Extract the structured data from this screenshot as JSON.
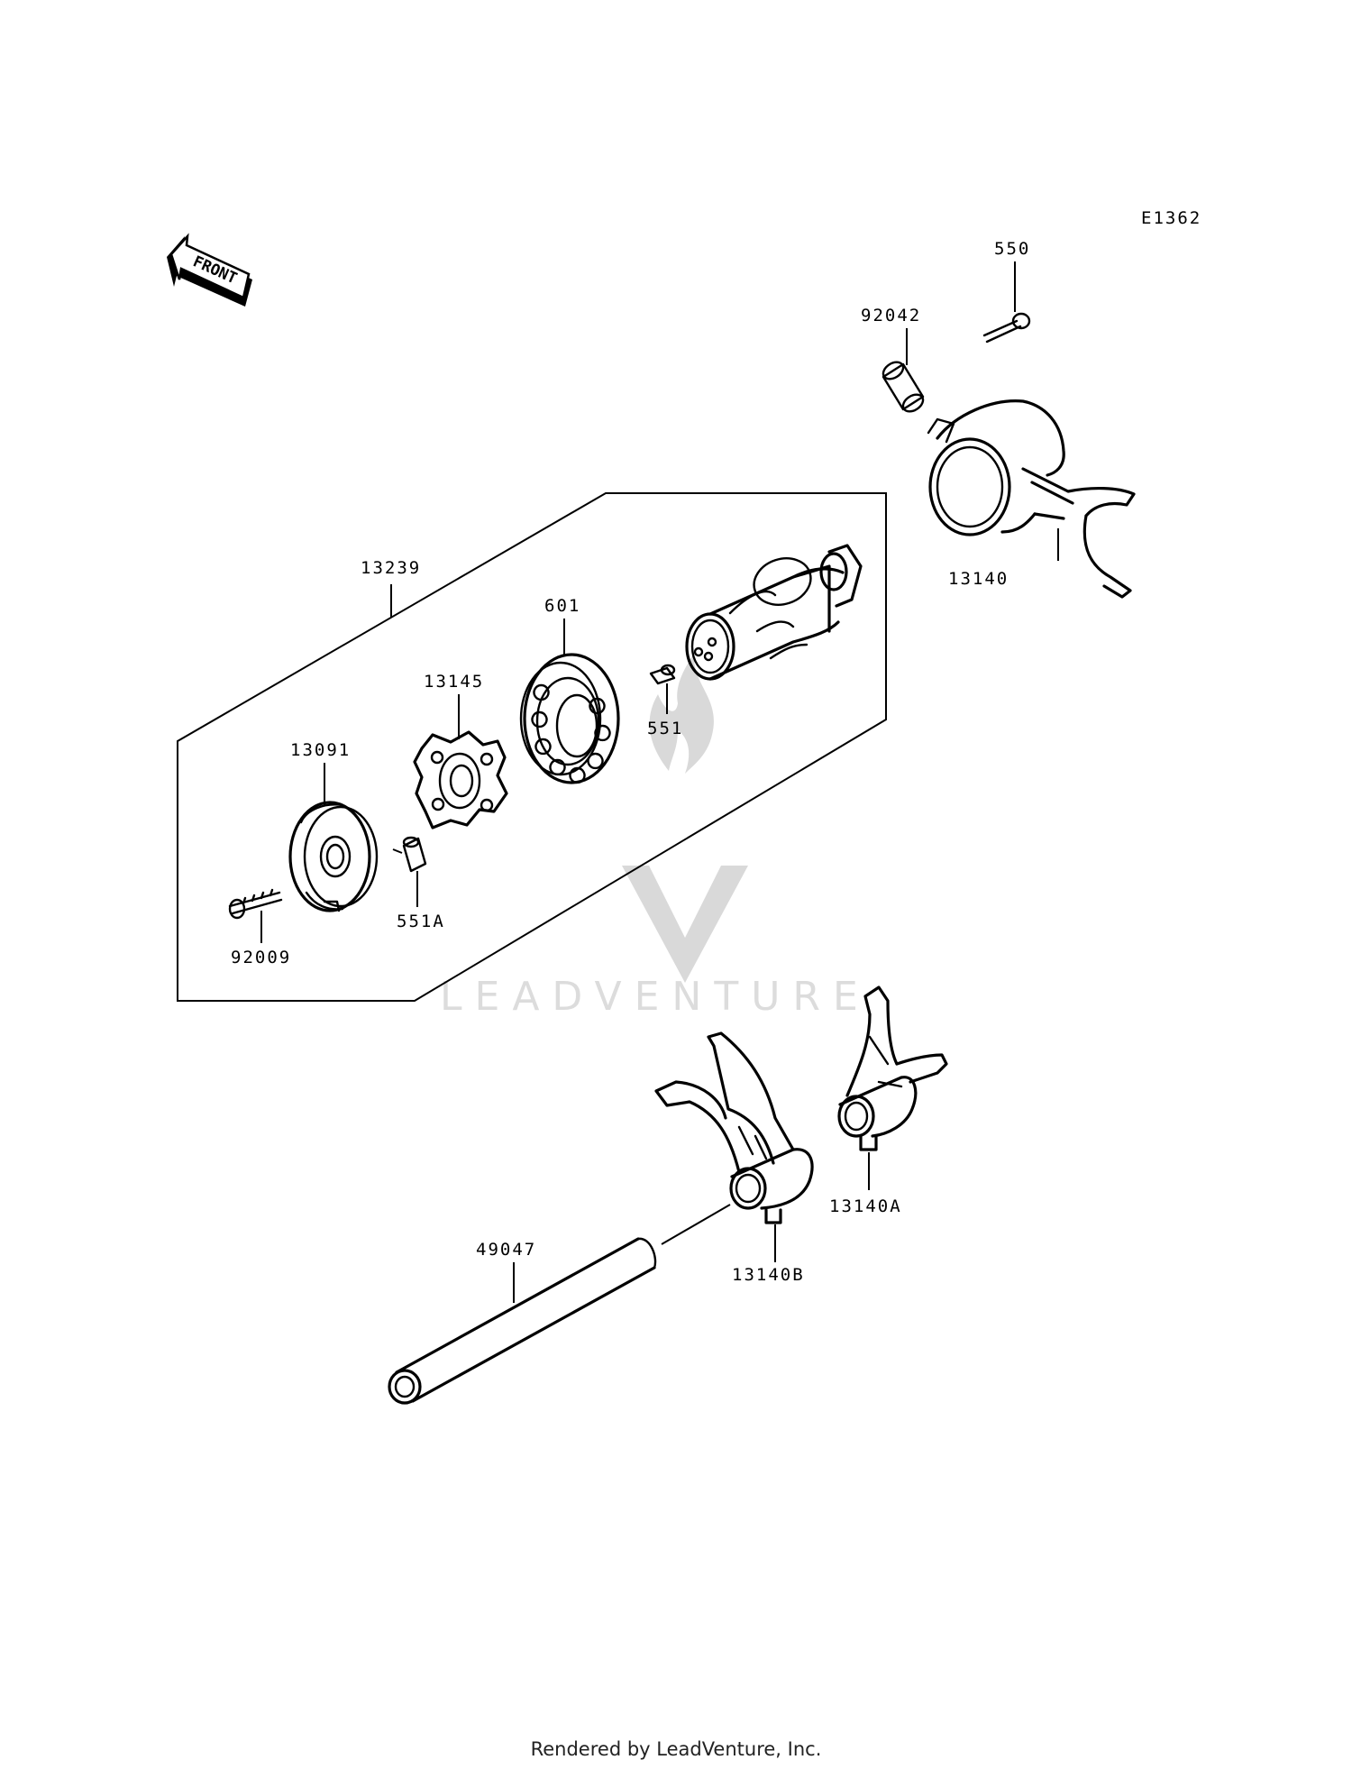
{
  "diagram_code": "E1362",
  "direction_arrow_label": "FRONT",
  "watermark_text": "LEADVENTURE",
  "footer_text": "Rendered by LeadVenture, Inc.",
  "parts": {
    "p550": "550",
    "p92042": "92042",
    "p13140": "13140",
    "p13239": "13239",
    "p601": "601",
    "p551": "551",
    "p13145": "13145",
    "p13091": "13091",
    "p551A": "551A",
    "p92009": "92009",
    "p49047": "49047",
    "p13140B": "13140B",
    "p13140A": "13140A"
  }
}
